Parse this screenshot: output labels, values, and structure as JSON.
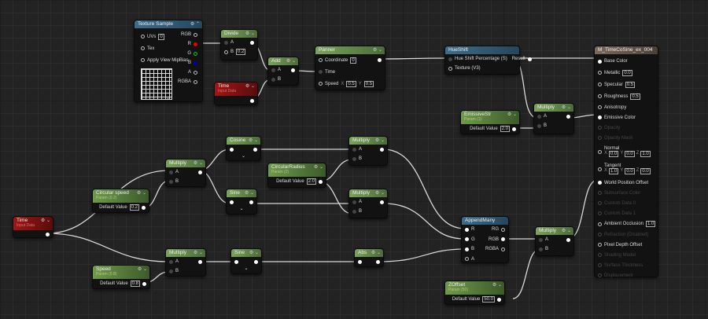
{
  "colors": {
    "param": "#6f9a4c",
    "time": "#a01616",
    "texture": "#3d6c8c",
    "material": "#7a6a5a"
  },
  "texture_sample": {
    "title": "Texture Sample",
    "inputs": [
      "UVs",
      "Tex",
      "Apply View MipBias"
    ],
    "uvs": "0",
    "outputs": [
      "RGB",
      "R",
      "G",
      "B",
      "A",
      "RGBA"
    ]
  },
  "divide": {
    "title": "Divide",
    "a": "A",
    "b": "B",
    "b_val": "0.2"
  },
  "time_top": {
    "title": "Time",
    "sub": "Input Data"
  },
  "add": {
    "title": "Add",
    "a": "A",
    "b": "B"
  },
  "panner": {
    "title": "Panner",
    "coord": "Coordinate",
    "coord_val": "0",
    "time": "Time",
    "speed": "Speed",
    "x": "X",
    "xv": "0.5",
    "y": "Y",
    "yv": "0.5"
  },
  "hueshift": {
    "title": "HueShift",
    "in1": "Hue Shift Percentage (S)",
    "result": "Result",
    "in2": "Texture (V3)"
  },
  "emissive": {
    "title": "EmissiveStr",
    "sub": "Param (1)",
    "label": "Default Value",
    "val": "2.0"
  },
  "mult_em": {
    "title": "Multiply",
    "a": "A",
    "b": "B"
  },
  "material": {
    "title": "M_TimeCoSine_ex_004",
    "pins": {
      "base": "Base Color",
      "metallic": "Metallic",
      "metallic_v": "0.0",
      "specular": "Specular",
      "specular_v": "0.5",
      "roughness": "Roughness",
      "roughness_v": "0.5",
      "aniso": "Anisotropy",
      "emissive": "Emissive Color",
      "opacity": "Opacity",
      "opmask": "Opacity Mask",
      "normal": "Normal",
      "n_x": "0.0",
      "n_y": "0.0",
      "n_z": "1.0",
      "tangent": "Tangent",
      "t_x": "1.0",
      "t_y": "0.0",
      "t_z": "0.0",
      "wpo": "World Position Offset",
      "subsurface": "Subsurface Color",
      "cd0": "Custom Data 0",
      "cd1": "Custom Data 1",
      "ao": "Ambient Occlusion",
      "ao_v": "1.0",
      "refraction": "Refraction (Disabled)",
      "pdo": "Pixel Depth Offset",
      "shading": "Shading Model",
      "thickness": "Surface Thickness",
      "displacement": "Displacement",
      "X": "X",
      "Y": "Y",
      "Z": "Z"
    }
  },
  "cosine": {
    "title": "Cosine"
  },
  "sine1": {
    "title": "Sine"
  },
  "sine2": {
    "title": "Sine"
  },
  "abs": {
    "title": "Abs"
  },
  "mult_l": {
    "title": "Multiply",
    "a": "A",
    "b": "B"
  },
  "mult_t": {
    "title": "Multiply",
    "a": "A",
    "b": "B"
  },
  "mult_m": {
    "title": "Multiply",
    "a": "A",
    "b": "B"
  },
  "mult_b": {
    "title": "Multiply",
    "a": "A",
    "b": "B"
  },
  "mult_r": {
    "title": "Multiply",
    "a": "A",
    "b": "B"
  },
  "circ_radius": {
    "title": "CircularRadius",
    "sub": "Param (2)",
    "label": "Default Value",
    "val": "2.0"
  },
  "circ_speed": {
    "title": "Circular speed",
    "sub": "Param (0.2)",
    "label": "Default Value",
    "val": "0.2"
  },
  "time_left": {
    "title": "Time",
    "sub": "Input Data"
  },
  "speed": {
    "title": "Speed",
    "sub": "Param (0.8)",
    "label": "Default Value",
    "val": "0.8"
  },
  "append": {
    "title": "AppendMany",
    "r": "R",
    "g": "G",
    "b": "B",
    "a": "A",
    "rg": "RG",
    "rgb": "RGB",
    "rgba": "RGBA"
  },
  "zoffset": {
    "title": "ZOffset",
    "sub": "Param (50)",
    "label": "Default Value",
    "val": "50.0"
  }
}
